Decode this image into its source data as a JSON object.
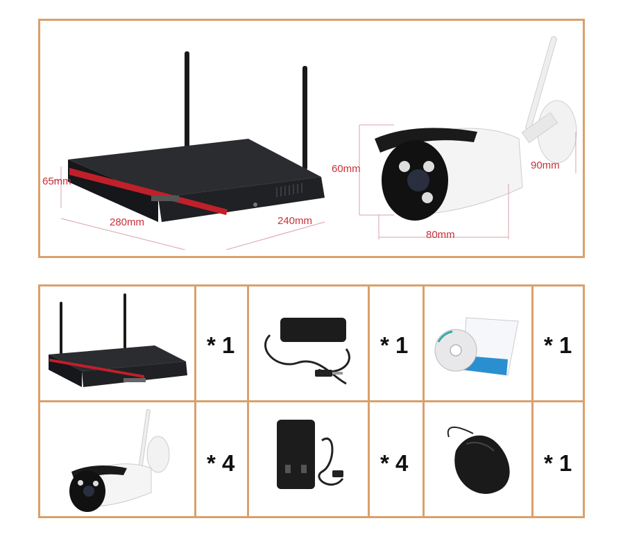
{
  "dimensions": {
    "nvr_height": "65mm",
    "nvr_width": "280mm",
    "nvr_depth": "240mm",
    "camera_height": "60mm",
    "camera_length": "80mm",
    "camera_depth": "90mm"
  },
  "package_contents": [
    {
      "item": "nvr-recorder",
      "quantity": "* 1"
    },
    {
      "item": "power-adapter-nvr",
      "quantity": "* 1"
    },
    {
      "item": "cd-and-manual",
      "quantity": "* 1"
    },
    {
      "item": "bullet-camera",
      "quantity": "* 4"
    },
    {
      "item": "power-adapter-camera",
      "quantity": "* 4"
    },
    {
      "item": "mouse",
      "quantity": "* 1"
    }
  ],
  "colors": {
    "border": "#d9a06b",
    "dimension_text": "#c8303a",
    "device_body": "#1c1e22",
    "device_accent": "#c0202a"
  }
}
